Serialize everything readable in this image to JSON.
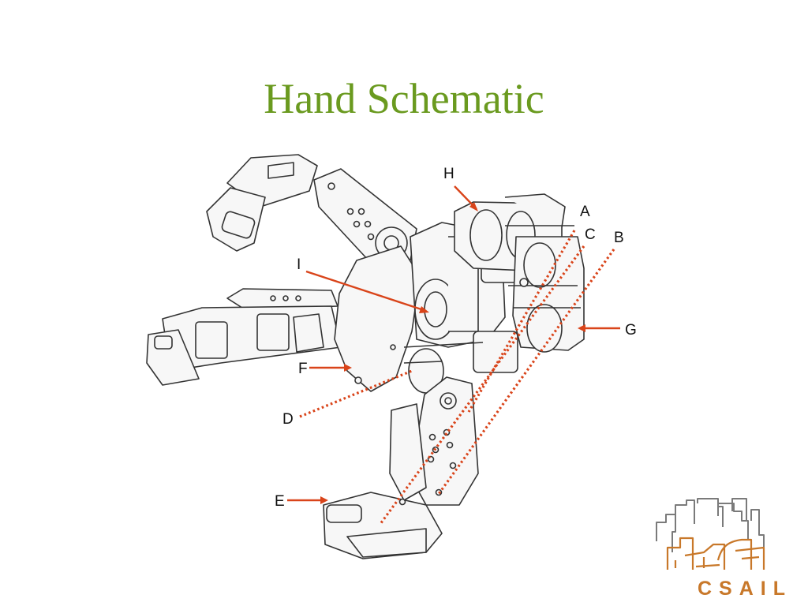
{
  "slide": {
    "title": "Hand Schematic"
  },
  "labels": {
    "A": "A",
    "B": "B",
    "C": "C",
    "D": "D",
    "E": "E",
    "F": "F",
    "G": "G",
    "H": "H",
    "I": "I"
  },
  "logo": {
    "text": "CSAIL"
  },
  "colors": {
    "title": "#6a9a1f",
    "annotation": "#d9441a",
    "logo": "#c8782a",
    "line_art": "#333333"
  }
}
